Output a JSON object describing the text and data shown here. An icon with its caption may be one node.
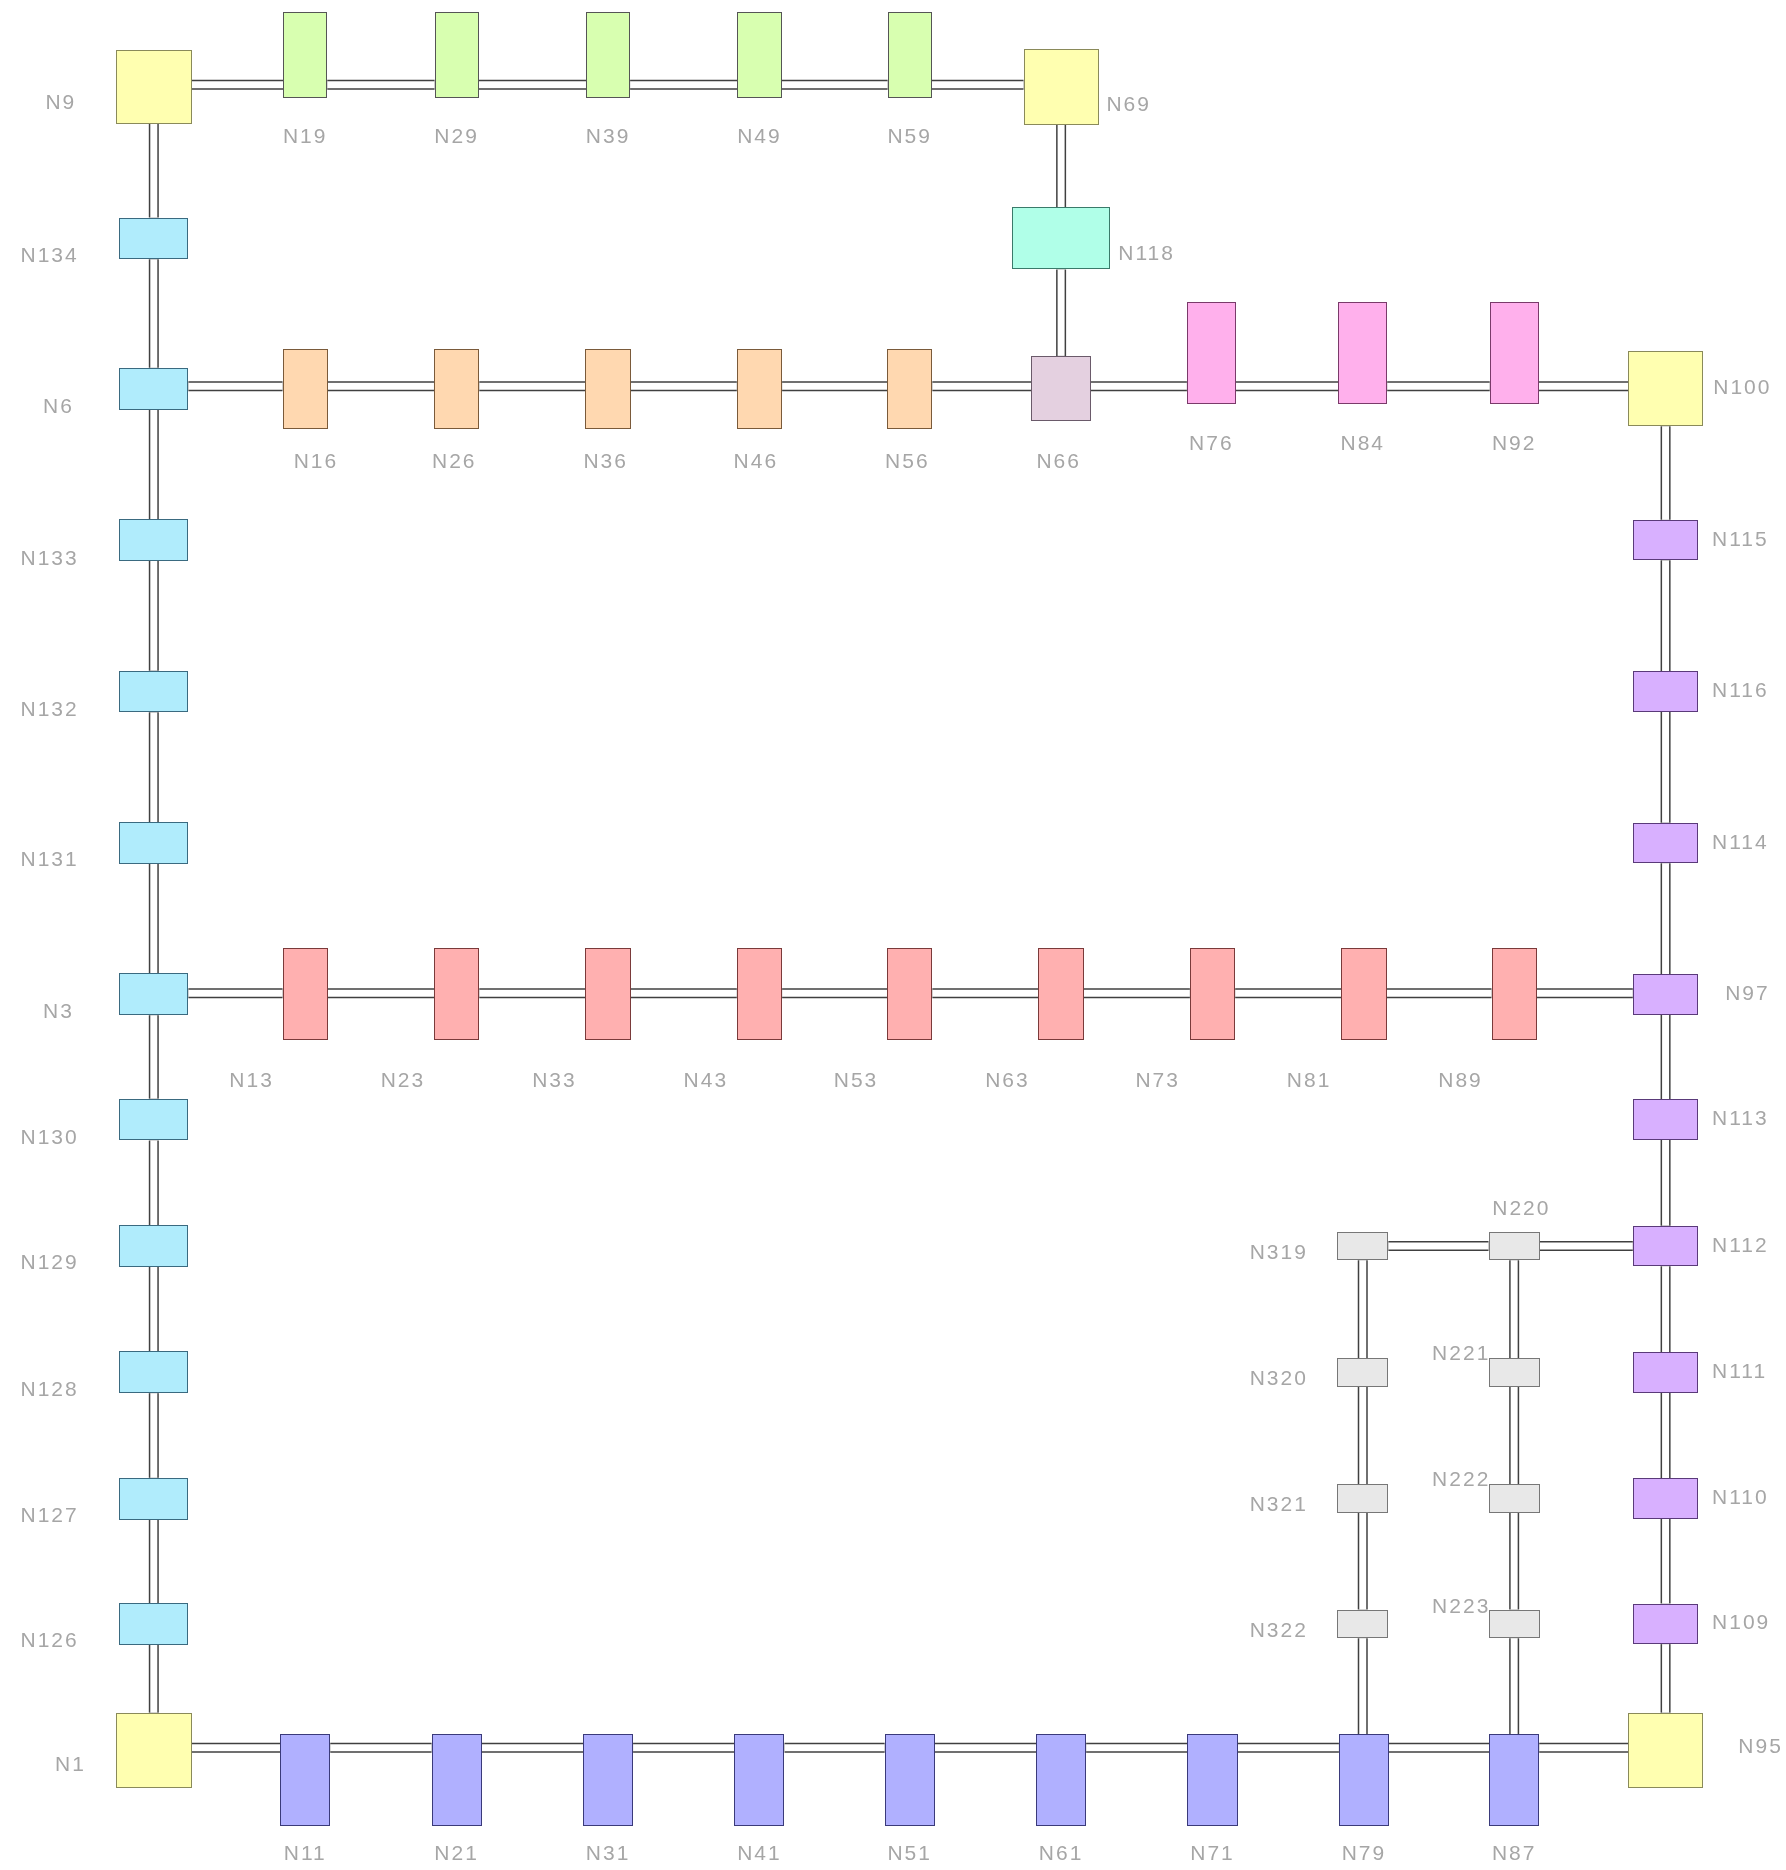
{
  "diagram": {
    "nodes": [
      {
        "text": [],
        "shape": "box",
        "beside": [
          "N9"
        ]
      },
      {
        "text": [],
        "shape": "box",
        "beside": [
          "N19"
        ]
      },
      {
        "text": [],
        "shape": "box",
        "beside": [
          "N29"
        ]
      },
      {
        "text": [],
        "shape": "box",
        "beside": [
          "N39"
        ]
      },
      {
        "text": [],
        "shape": "box",
        "beside": [
          "N49"
        ]
      },
      {
        "text": [],
        "shape": "box",
        "beside": [
          "N59"
        ]
      },
      {
        "text": [],
        "shape": "box",
        "beside": [
          "N69"
        ]
      },
      {
        "text": [],
        "shape": "box",
        "beside": [
          "N134"
        ]
      },
      {
        "text": [],
        "shape": "box",
        "beside": [
          "N118"
        ]
      },
      {
        "text": [],
        "shape": "box",
        "beside": [
          "N6"
        ]
      },
      {
        "text": [],
        "shape": "box",
        "beside": [
          "N16"
        ]
      },
      {
        "text": [],
        "shape": "box",
        "beside": [
          "N26"
        ]
      },
      {
        "text": [],
        "shape": "box",
        "beside": [
          "N36"
        ]
      },
      {
        "text": [],
        "shape": "box",
        "beside": [
          "N46"
        ]
      },
      {
        "text": [],
        "shape": "box",
        "beside": [
          "N56"
        ]
      },
      {
        "text": [],
        "shape": "box",
        "beside": [
          "N66"
        ]
      },
      {
        "text": [],
        "shape": "box",
        "beside": [
          "N76"
        ]
      },
      {
        "text": [],
        "shape": "box",
        "beside": [
          "N84"
        ]
      },
      {
        "text": [],
        "shape": "box",
        "beside": [
          "N92"
        ]
      },
      {
        "text": [],
        "shape": "box",
        "beside": [
          "N100"
        ]
      },
      {
        "text": [],
        "shape": "box",
        "beside": [
          "N133"
        ]
      },
      {
        "text": [],
        "shape": "box",
        "beside": [
          "N115"
        ]
      },
      {
        "text": [],
        "shape": "box",
        "beside": [
          "N132"
        ]
      },
      {
        "text": [],
        "shape": "box",
        "beside": [
          "N116"
        ]
      },
      {
        "text": [],
        "shape": "box",
        "beside": [
          "N131"
        ]
      },
      {
        "text": [],
        "shape": "box",
        "beside": [
          "N114"
        ]
      },
      {
        "text": [],
        "shape": "box",
        "beside": [
          "N3"
        ]
      },
      {
        "text": [],
        "shape": "box",
        "beside": [
          "N13"
        ]
      },
      {
        "text": [],
        "shape": "box",
        "beside": [
          "N23"
        ]
      },
      {
        "text": [],
        "shape": "box",
        "beside": [
          "N33"
        ]
      },
      {
        "text": [],
        "shape": "box",
        "beside": [
          "N43"
        ]
      },
      {
        "text": [],
        "shape": "box",
        "beside": [
          "N53"
        ]
      },
      {
        "text": [],
        "shape": "box",
        "beside": [
          "N63"
        ]
      },
      {
        "text": [],
        "shape": "box",
        "beside": [
          "N73"
        ]
      },
      {
        "text": [],
        "shape": "box",
        "beside": [
          "N81"
        ]
      },
      {
        "text": [],
        "shape": "box",
        "beside": [
          "N89"
        ]
      },
      {
        "text": [],
        "shape": "box",
        "beside": [
          "N97"
        ]
      },
      {
        "text": [],
        "shape": "box",
        "beside": [
          "N130"
        ]
      },
      {
        "text": [],
        "shape": "box",
        "beside": [
          "N113"
        ]
      },
      {
        "text": [],
        "shape": "box",
        "beside": [
          "N129"
        ]
      },
      {
        "text": [],
        "shape": "box",
        "beside": [
          "N319"
        ]
      },
      {
        "text": [],
        "shape": "box",
        "beside": [
          "N220"
        ]
      },
      {
        "text": [],
        "shape": "box",
        "beside": [
          "N112"
        ]
      },
      {
        "text": [],
        "shape": "box",
        "beside": [
          "N128"
        ]
      },
      {
        "text": [],
        "shape": "box",
        "beside": [
          "N320"
        ]
      },
      {
        "text": [],
        "shape": "box",
        "beside": [
          "N221"
        ]
      },
      {
        "text": [],
        "shape": "box",
        "beside": [
          "N111"
        ]
      },
      {
        "text": [],
        "shape": "box",
        "beside": [
          "N127"
        ]
      },
      {
        "text": [],
        "shape": "box",
        "beside": [
          "N321"
        ]
      },
      {
        "text": [],
        "shape": "box",
        "beside": [
          "N222"
        ]
      },
      {
        "text": [],
        "shape": "box",
        "beside": [
          "N110"
        ]
      },
      {
        "text": [],
        "shape": "box",
        "beside": [
          "N126"
        ]
      },
      {
        "text": [],
        "shape": "box",
        "beside": [
          "N322"
        ]
      },
      {
        "text": [],
        "shape": "box",
        "beside": [
          "N223"
        ]
      },
      {
        "text": [],
        "shape": "box",
        "beside": [
          "N109"
        ]
      },
      {
        "text": [],
        "shape": "box",
        "beside": [
          "N1"
        ]
      },
      {
        "text": [],
        "shape": "box",
        "beside": [
          "N11"
        ]
      },
      {
        "text": [],
        "shape": "box",
        "beside": [
          "N21"
        ]
      },
      {
        "text": [],
        "shape": "box",
        "beside": [
          "N31"
        ]
      },
      {
        "text": [],
        "shape": "box",
        "beside": [
          "N41"
        ]
      },
      {
        "text": [],
        "shape": "box",
        "beside": [
          "N51"
        ]
      },
      {
        "text": [],
        "shape": "box",
        "beside": [
          "N61"
        ]
      },
      {
        "text": [],
        "shape": "box",
        "beside": [
          "N71"
        ]
      },
      {
        "text": [],
        "shape": "box",
        "beside": [
          "N79"
        ]
      },
      {
        "text": [],
        "shape": "box",
        "beside": [
          "N87"
        ]
      },
      {
        "text": [],
        "shape": "box",
        "beside": [
          "N95"
        ]
      }
    ],
    "edges": [
      {
        "from": 0,
        "to": 1,
        "arrow": "none"
      },
      {
        "from": 1,
        "to": 2,
        "arrow": "none"
      },
      {
        "from": 2,
        "to": 3,
        "arrow": "none"
      },
      {
        "from": 3,
        "to": 4,
        "arrow": "none"
      },
      {
        "from": 4,
        "to": 5,
        "arrow": "none"
      },
      {
        "from": 5,
        "to": 6,
        "arrow": "none"
      },
      {
        "from": 6,
        "to": 8,
        "arrow": "none"
      },
      {
        "from": 8,
        "to": 15,
        "arrow": "none"
      },
      {
        "from": 0,
        "to": 7,
        "arrow": "none"
      },
      {
        "from": 7,
        "to": 9,
        "arrow": "none"
      },
      {
        "from": 9,
        "to": 20,
        "arrow": "none"
      },
      {
        "from": 20,
        "to": 22,
        "arrow": "none"
      },
      {
        "from": 22,
        "to": 24,
        "arrow": "none"
      },
      {
        "from": 24,
        "to": 26,
        "arrow": "none"
      },
      {
        "from": 26,
        "to": 37,
        "arrow": "none"
      },
      {
        "from": 37,
        "to": 39,
        "arrow": "none"
      },
      {
        "from": 39,
        "to": 43,
        "arrow": "none"
      },
      {
        "from": 43,
        "to": 47,
        "arrow": "none"
      },
      {
        "from": 47,
        "to": 51,
        "arrow": "none"
      },
      {
        "from": 51,
        "to": 55,
        "arrow": "none"
      },
      {
        "from": 9,
        "to": 10,
        "arrow": "none"
      },
      {
        "from": 10,
        "to": 11,
        "arrow": "none"
      },
      {
        "from": 11,
        "to": 12,
        "arrow": "none"
      },
      {
        "from": 12,
        "to": 13,
        "arrow": "none"
      },
      {
        "from": 13,
        "to": 14,
        "arrow": "none"
      },
      {
        "from": 14,
        "to": 15,
        "arrow": "none"
      },
      {
        "from": 15,
        "to": 16,
        "arrow": "none"
      },
      {
        "from": 16,
        "to": 17,
        "arrow": "none"
      },
      {
        "from": 17,
        "to": 18,
        "arrow": "none"
      },
      {
        "from": 18,
        "to": 19,
        "arrow": "none"
      },
      {
        "from": 19,
        "to": 21,
        "arrow": "none"
      },
      {
        "from": 21,
        "to": 23,
        "arrow": "none"
      },
      {
        "from": 23,
        "to": 25,
        "arrow": "none"
      },
      {
        "from": 25,
        "to": 36,
        "arrow": "none"
      },
      {
        "from": 36,
        "to": 38,
        "arrow": "none"
      },
      {
        "from": 38,
        "to": 42,
        "arrow": "none"
      },
      {
        "from": 42,
        "to": 46,
        "arrow": "none"
      },
      {
        "from": 46,
        "to": 50,
        "arrow": "none"
      },
      {
        "from": 50,
        "to": 54,
        "arrow": "none"
      },
      {
        "from": 54,
        "to": 65,
        "arrow": "none"
      },
      {
        "from": 26,
        "to": 27,
        "arrow": "none"
      },
      {
        "from": 27,
        "to": 28,
        "arrow": "none"
      },
      {
        "from": 28,
        "to": 29,
        "arrow": "none"
      },
      {
        "from": 29,
        "to": 30,
        "arrow": "none"
      },
      {
        "from": 30,
        "to": 31,
        "arrow": "none"
      },
      {
        "from": 31,
        "to": 32,
        "arrow": "none"
      },
      {
        "from": 32,
        "to": 33,
        "arrow": "none"
      },
      {
        "from": 33,
        "to": 34,
        "arrow": "none"
      },
      {
        "from": 34,
        "to": 35,
        "arrow": "none"
      },
      {
        "from": 35,
        "to": 36,
        "arrow": "none"
      },
      {
        "from": 55,
        "to": 56,
        "arrow": "none"
      },
      {
        "from": 56,
        "to": 57,
        "arrow": "none"
      },
      {
        "from": 57,
        "to": 58,
        "arrow": "none"
      },
      {
        "from": 58,
        "to": 59,
        "arrow": "none"
      },
      {
        "from": 59,
        "to": 60,
        "arrow": "none"
      },
      {
        "from": 60,
        "to": 61,
        "arrow": "none"
      },
      {
        "from": 61,
        "to": 62,
        "arrow": "none"
      },
      {
        "from": 62,
        "to": 63,
        "arrow": "none"
      },
      {
        "from": 63,
        "to": 64,
        "arrow": "none"
      },
      {
        "from": 64,
        "to": 65,
        "arrow": "none"
      },
      {
        "from": 42,
        "to": 41,
        "arrow": "none"
      },
      {
        "from": 41,
        "to": 40,
        "arrow": "none"
      },
      {
        "from": 40,
        "to": 44,
        "arrow": "none"
      },
      {
        "from": 44,
        "to": 48,
        "arrow": "none"
      },
      {
        "from": 48,
        "to": 52,
        "arrow": "none"
      },
      {
        "from": 52,
        "to": 63,
        "arrow": "none"
      },
      {
        "from": 41,
        "to": 45,
        "arrow": "none"
      },
      {
        "from": 45,
        "to": 49,
        "arrow": "none"
      },
      {
        "from": 49,
        "to": 53,
        "arrow": "none"
      },
      {
        "from": 53,
        "to": 64,
        "arrow": "none"
      }
    ]
  }
}
